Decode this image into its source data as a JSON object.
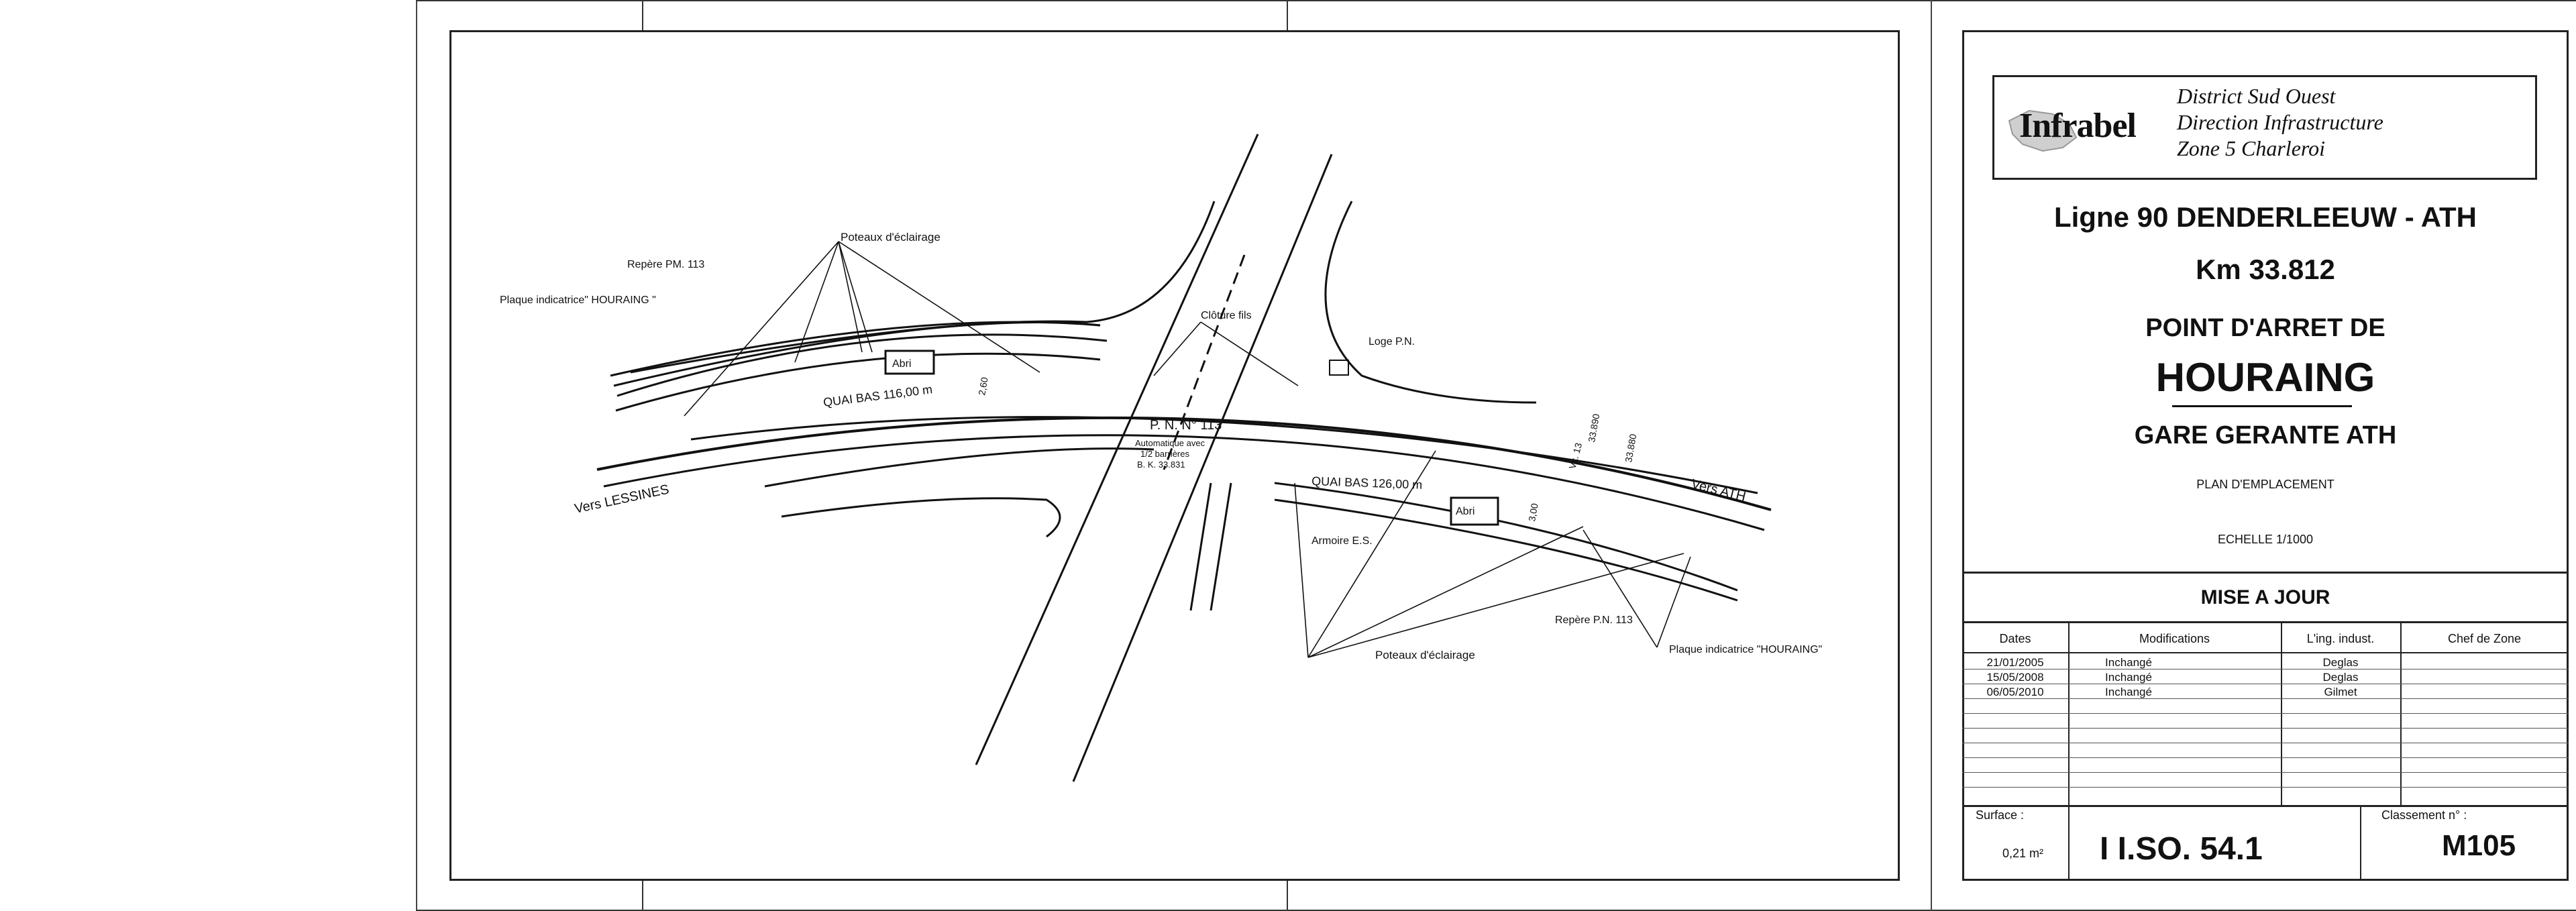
{
  "cartouche": {
    "district_lines": [
      "District Sud Ouest",
      "Direction Infrastructure",
      "Zone 5 Charleroi"
    ],
    "logo": "Infrabel",
    "ligne": "Ligne 90  DENDERLEEUW  -  ATH",
    "km": "Km 33.812",
    "point": "POINT D'ARRET DE",
    "station": "HOURAING",
    "gare": "GARE GERANTE ATH",
    "plan": "PLAN D'EMPLACEMENT",
    "echelle": "ECHELLE 1/1000",
    "mise_a_jour": "MISE A JOUR",
    "columns": [
      "Dates",
      "Modifications",
      "L'ing. indust.",
      "Chef de Zone"
    ],
    "rows": [
      [
        "21/01/2005",
        "Inchangé",
        "Deglas",
        ""
      ],
      [
        "15/05/2008",
        "Inchangé",
        "Deglas",
        ""
      ],
      [
        "06/05/2010",
        "Inchangé",
        "Gilmet",
        ""
      ]
    ],
    "surface_label": "Surface :",
    "surface_value": "0,21 m²",
    "reference": "I I.SO.  54.1",
    "classement_label": "Classement n° :",
    "classement_value": "M105"
  },
  "drawing": {
    "labels": {
      "poteaux_top": "Poteaux  d'éclairage",
      "repere_pm": "Repère  PM. 113",
      "plaque_top": "Plaque indicatrice\" HOURAING \"",
      "abri_left": "Abri",
      "quai_bas_left": "QUAI BAS  116,00 m",
      "dim_260": "2,60",
      "vers_lessines": "Vers  LESSINES",
      "cloture": "Clôture fils",
      "loge": "Loge P.N.",
      "pn": "P. N. N° 113",
      "auto1": "Automatique  avec",
      "auto2": "1/2  barrières",
      "auto3": "B. K. 33.831",
      "quai_bas_right": "QUAI BAS  126,00 m",
      "abri_right": "Abri",
      "dim_300": "3,00",
      "armoire": "Armoire E.S.",
      "repere_pn": "Repère  P.N. 113",
      "poteaux_bottom": "Poteaux  d'éclairage",
      "plaque_bottom": "Plaque indicatrice \"HOURAING\"",
      "vers_ath": "Vers  ATH",
      "km1": "33.890",
      "km2": "33.880",
      "vx": "Vx. 13"
    }
  }
}
